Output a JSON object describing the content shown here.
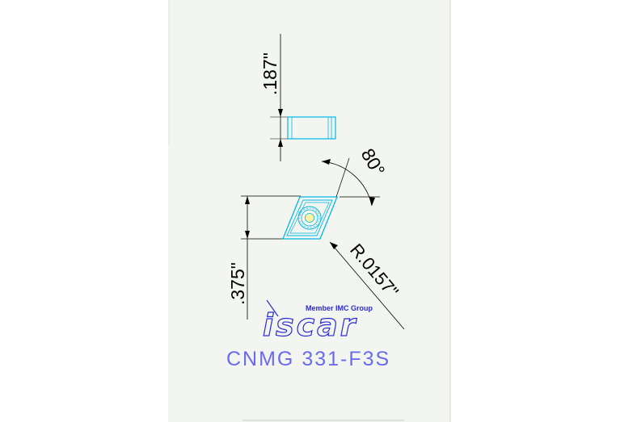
{
  "dimensions": {
    "thickness": ".187\"",
    "inscribed_circle": ".375\"",
    "corner_angle": "80°",
    "corner_radius": "R.0157\""
  },
  "logo": {
    "wordmark": "iscar",
    "tagline": "Member IMC Group"
  },
  "part_designation": "CNMG 331-F3S",
  "colors": {
    "paper": "#f2f5f0",
    "border": "#d8dcd6",
    "line": "#000000",
    "dimension_text": "#000000",
    "insert": "#00b7e8",
    "logo_outline": "#2b2bd6",
    "designation_text": "#6b6bf0"
  }
}
